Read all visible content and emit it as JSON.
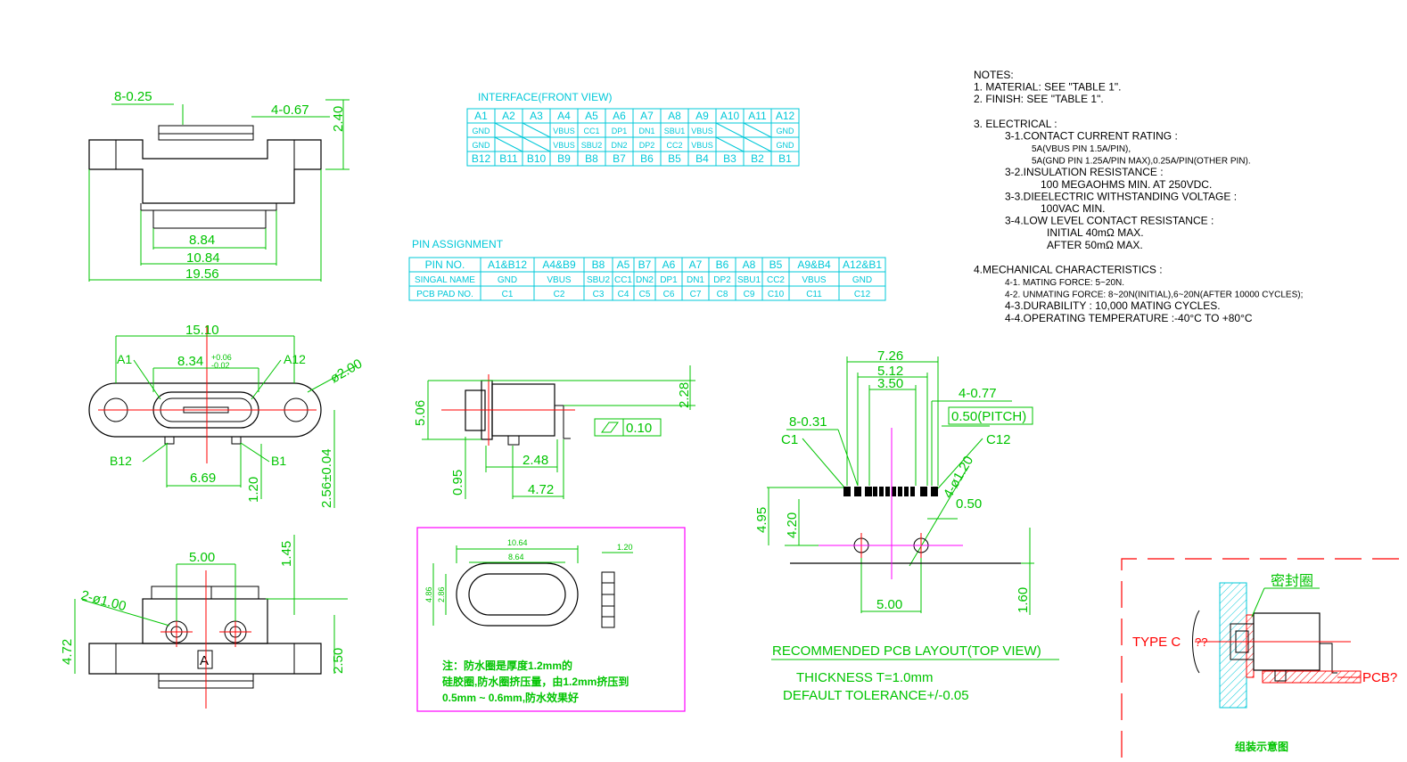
{
  "top_view": {
    "dim_pitch_count": "8-0.25",
    "dim_small": "4-0.67",
    "dim_height": "2.40",
    "dim_inner": "8.84",
    "dim_mid": "10.84",
    "dim_total": "19.56"
  },
  "front_view": {
    "dim_width": "15.10",
    "dim_opening": "8.34",
    "tol_upper": "+0.06",
    "tol_lower": "-0.02",
    "dim_hole": "ø2.00",
    "dim_pin_span": "6.69",
    "dim_pin_h": "1.20",
    "dim_height": "2.56±0.04",
    "label_a1": "A1",
    "label_a12": "A12",
    "label_b12": "B12",
    "label_b1": "B1"
  },
  "bottom_view": {
    "dim_holes": "5.00",
    "dim_hole_dia": "2-ø1.00",
    "dim_top": "1.45",
    "dim_height": "4.72",
    "dim_right": "2.50",
    "marker": "A"
  },
  "side_view": {
    "dim_top": "2.28",
    "dim_left": "5.06",
    "flatness": "0.10",
    "dim_a": "2.48",
    "dim_b": "4.72",
    "dim_c": "0.95"
  },
  "interface_table": {
    "title": "INTERFACE(FRONT VIEW)",
    "row_a": [
      "A1",
      "A2",
      "A3",
      "A4",
      "A5",
      "A6",
      "A7",
      "A8",
      "A9",
      "A10",
      "A11",
      "A12"
    ],
    "row_1": [
      "GND",
      "",
      "",
      "VBUS",
      "CC1",
      "DP1",
      "DN1",
      "SBU1",
      "VBUS",
      "",
      "",
      "GND"
    ],
    "row_2": [
      "GND",
      "",
      "",
      "VBUS",
      "SBU2",
      "DN2",
      "DP2",
      "CC2",
      "VBUS",
      "",
      "",
      "GND"
    ],
    "row_b": [
      "B12",
      "B11",
      "B10",
      "B9",
      "B8",
      "B7",
      "B6",
      "B5",
      "B4",
      "B3",
      "B2",
      "B1"
    ]
  },
  "pin_table": {
    "title": "PIN ASSIGNMENT",
    "headers": [
      "PIN NO.",
      "A1&B12",
      "A4&B9",
      "B8",
      "A5",
      "B7",
      "A6",
      "A7",
      "B6",
      "A8",
      "B5",
      "A9&B4",
      "A12&B1"
    ],
    "names": [
      "SINGAL NAME",
      "GND",
      "VBUS",
      "SBU2",
      "CC1",
      "DN2",
      "DP1",
      "DN1",
      "DP2",
      "SBU1",
      "CC2",
      "VBUS",
      "GND"
    ],
    "pads": [
      "PCB PAD NO.",
      "C1",
      "C2",
      "C3",
      "C4",
      "C5",
      "C6",
      "C7",
      "C8",
      "C9",
      "C10",
      "C11",
      "C12"
    ]
  },
  "notes": {
    "lines": [
      "NOTES:",
      "1. MATERIAL: SEE \"TABLE 1\".",
      "2. FINISH: SEE \"TABLE 1\".",
      "",
      "3. ELECTRICAL :",
      "3-1.CONTACT CURRENT RATING :",
      "5A(VBUS PIN 1.5A/PIN),",
      "5A(GND PIN 1.25A/PIN MAX),0.25A/PIN(OTHER PIN).",
      "3-2.INSULATION RESISTANCE :",
      "100 MEGAOHMS MIN. AT 250VDC.",
      "3-3.DIEELECTRIC WITHSTANDING VOLTAGE :",
      "100VAC MIN.",
      "3-4.LOW LEVEL CONTACT RESISTANCE :",
      "INITIAL 40mΩ MAX.",
      "AFTER 50mΩ MAX.",
      "",
      "4.MECHANICAL CHARACTERISTICS :",
      "4-1. MATING FORCE: 5~20N.",
      "4-2. UNMATING FORCE: 8~20N(INITIAL),6~20N(AFTER 10000 CYCLES);",
      "4-3.DURABILITY : 10,000 MATING CYCLES.",
      "4-4.OPERATING TEMPERATURE :-40°C TO +80°C"
    ]
  },
  "pcb_layout": {
    "dim_726": "7.26",
    "dim_512": "5.12",
    "dim_350": "3.50",
    "dim_077": "4-0.77",
    "pitch": "0.50(PITCH)",
    "dim_031": "8-0.31",
    "c1": "C1",
    "c12": "C12",
    "dim_120": "4-ø1.20",
    "dim_050": "0.50",
    "dim_495": "4.95",
    "dim_420": "4.20",
    "dim_500": "5.00",
    "dim_160": "1.60",
    "title": "RECOMMENDED PCB LAYOUT(TOP VIEW)",
    "thickness": "THICKNESS T=1.0mm",
    "tolerance": "DEFAULT TOLERANCE+/-0.05"
  },
  "gasket": {
    "dim_1064": "10.64",
    "dim_864": "8.64",
    "dim_120": "1.20",
    "dim_486": "4.86",
    "dim_286": "2.86",
    "note_1": "注：防水圈是厚度1.2mm的",
    "note_2": "硅胶圈,防水圈挤压量，由1.2mm挤压到",
    "note_3": "0.5mm ~ 0.6mm,防水效果好"
  },
  "assembly": {
    "seal_label": "密封圈",
    "typec_label": "TYPE C",
    "unknown_label": "??",
    "pcb_label": "PCB?",
    "caption": "组装示意图"
  },
  "colors": {
    "dimension": "#00c400",
    "table": "#00c8d8",
    "outline": "#000000",
    "center": "#ff0000",
    "frame": "#ff00ff"
  }
}
